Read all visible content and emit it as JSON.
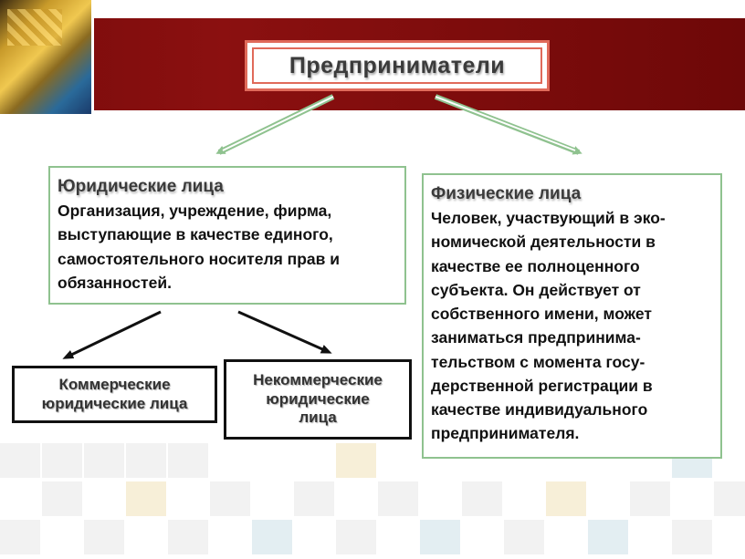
{
  "title": "Предприниматели",
  "legal": {
    "heading": "Юридические лица",
    "lines": [
      "Организация, учреждение, фирма,",
      "выступающие в качестве единого,",
      "самостоятельного носителя прав и",
      "обязанностей."
    ]
  },
  "physical": {
    "heading": "Физические лица",
    "lines": [
      "Человек, участвующий в эко-",
      "номической деятельности в",
      "качестве ее полноценного",
      "субъекта. Он действует от",
      "собственного имени, может",
      "заниматься предпринима-",
      "тельством с момента госу-",
      "дерственной регистрации в",
      "качестве индивидуального",
      "предпринимателя."
    ]
  },
  "commercial": {
    "line1": "Коммерческие",
    "line2": "юридические лица"
  },
  "noncommercial": {
    "line1": "Некоммерческие",
    "line2": "юридические",
    "line3": "лица"
  },
  "colors": {
    "banner": "#7a0b0b",
    "title_border": "#e06a5a",
    "box_border": "#8fc28f",
    "arrow_green": "#8fc28f"
  }
}
